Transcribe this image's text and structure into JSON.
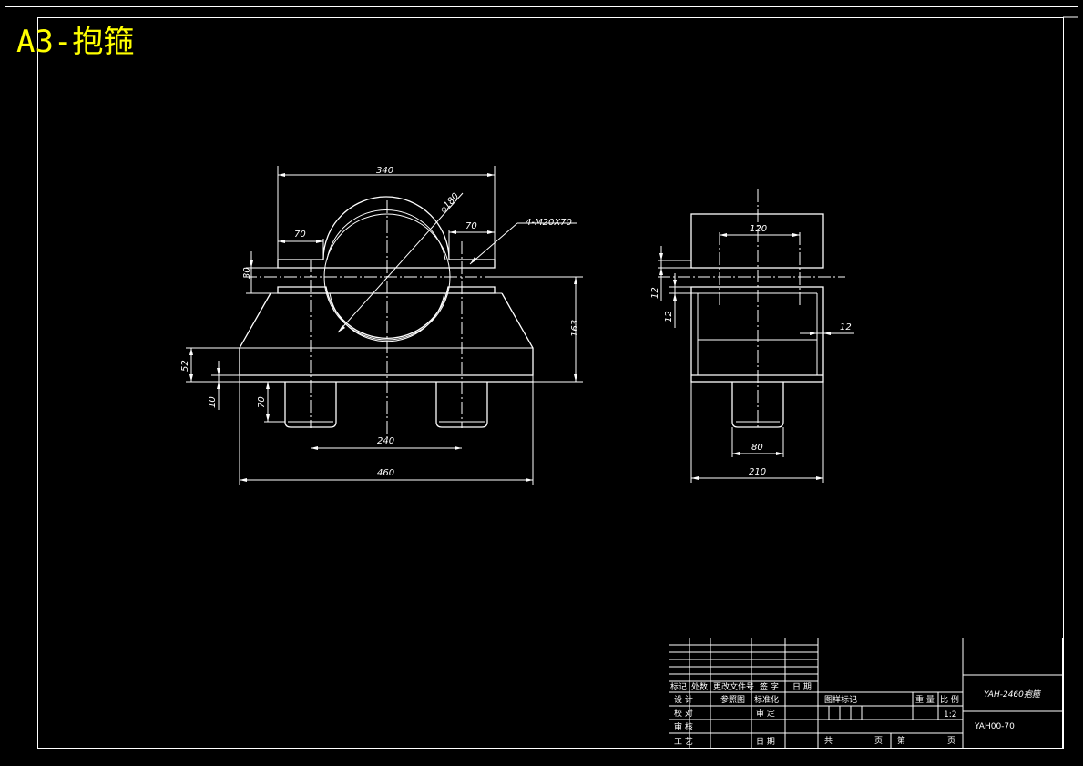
{
  "sheet_title": "A3-抱箍",
  "dimensions": {
    "overall_top_width": "340",
    "bore_diameter": "⌀180",
    "ear_left": "70",
    "ear_right": "70",
    "bolt_callout": "4-M20X70",
    "ear_thickness": "30",
    "total_height": "163",
    "base_height": "52",
    "base_plate": "10",
    "leg_height": "70",
    "leg_spacing": "240",
    "overall_bottom_width": "460",
    "side_top_width": "120",
    "side_gap_a": "12",
    "side_gap_b": "12",
    "side_wall": "12",
    "side_leg_width": "80",
    "side_overall_width": "210"
  },
  "title_block": {
    "rev_headers": [
      "标记",
      "处数",
      "更改文件号",
      "签 字",
      "日 期"
    ],
    "row_design": [
      "设 计",
      "",
      "参照图",
      "标准化"
    ],
    "row_check": [
      "校 对",
      "",
      "",
      "审 定"
    ],
    "row_review": [
      "审 核"
    ],
    "row_process": [
      "工 艺",
      "",
      "",
      "日 期"
    ],
    "stage_label": "图样标记",
    "weight_label": "重 量",
    "scale_label": "比 例",
    "scale_value": "1:2",
    "total_label": "共",
    "page_label": "页",
    "sheet_label": "第",
    "sheet_page_label": "页",
    "drawing_name": "YAH-2460抱箍",
    "drawing_number": "YAH00-70"
  }
}
